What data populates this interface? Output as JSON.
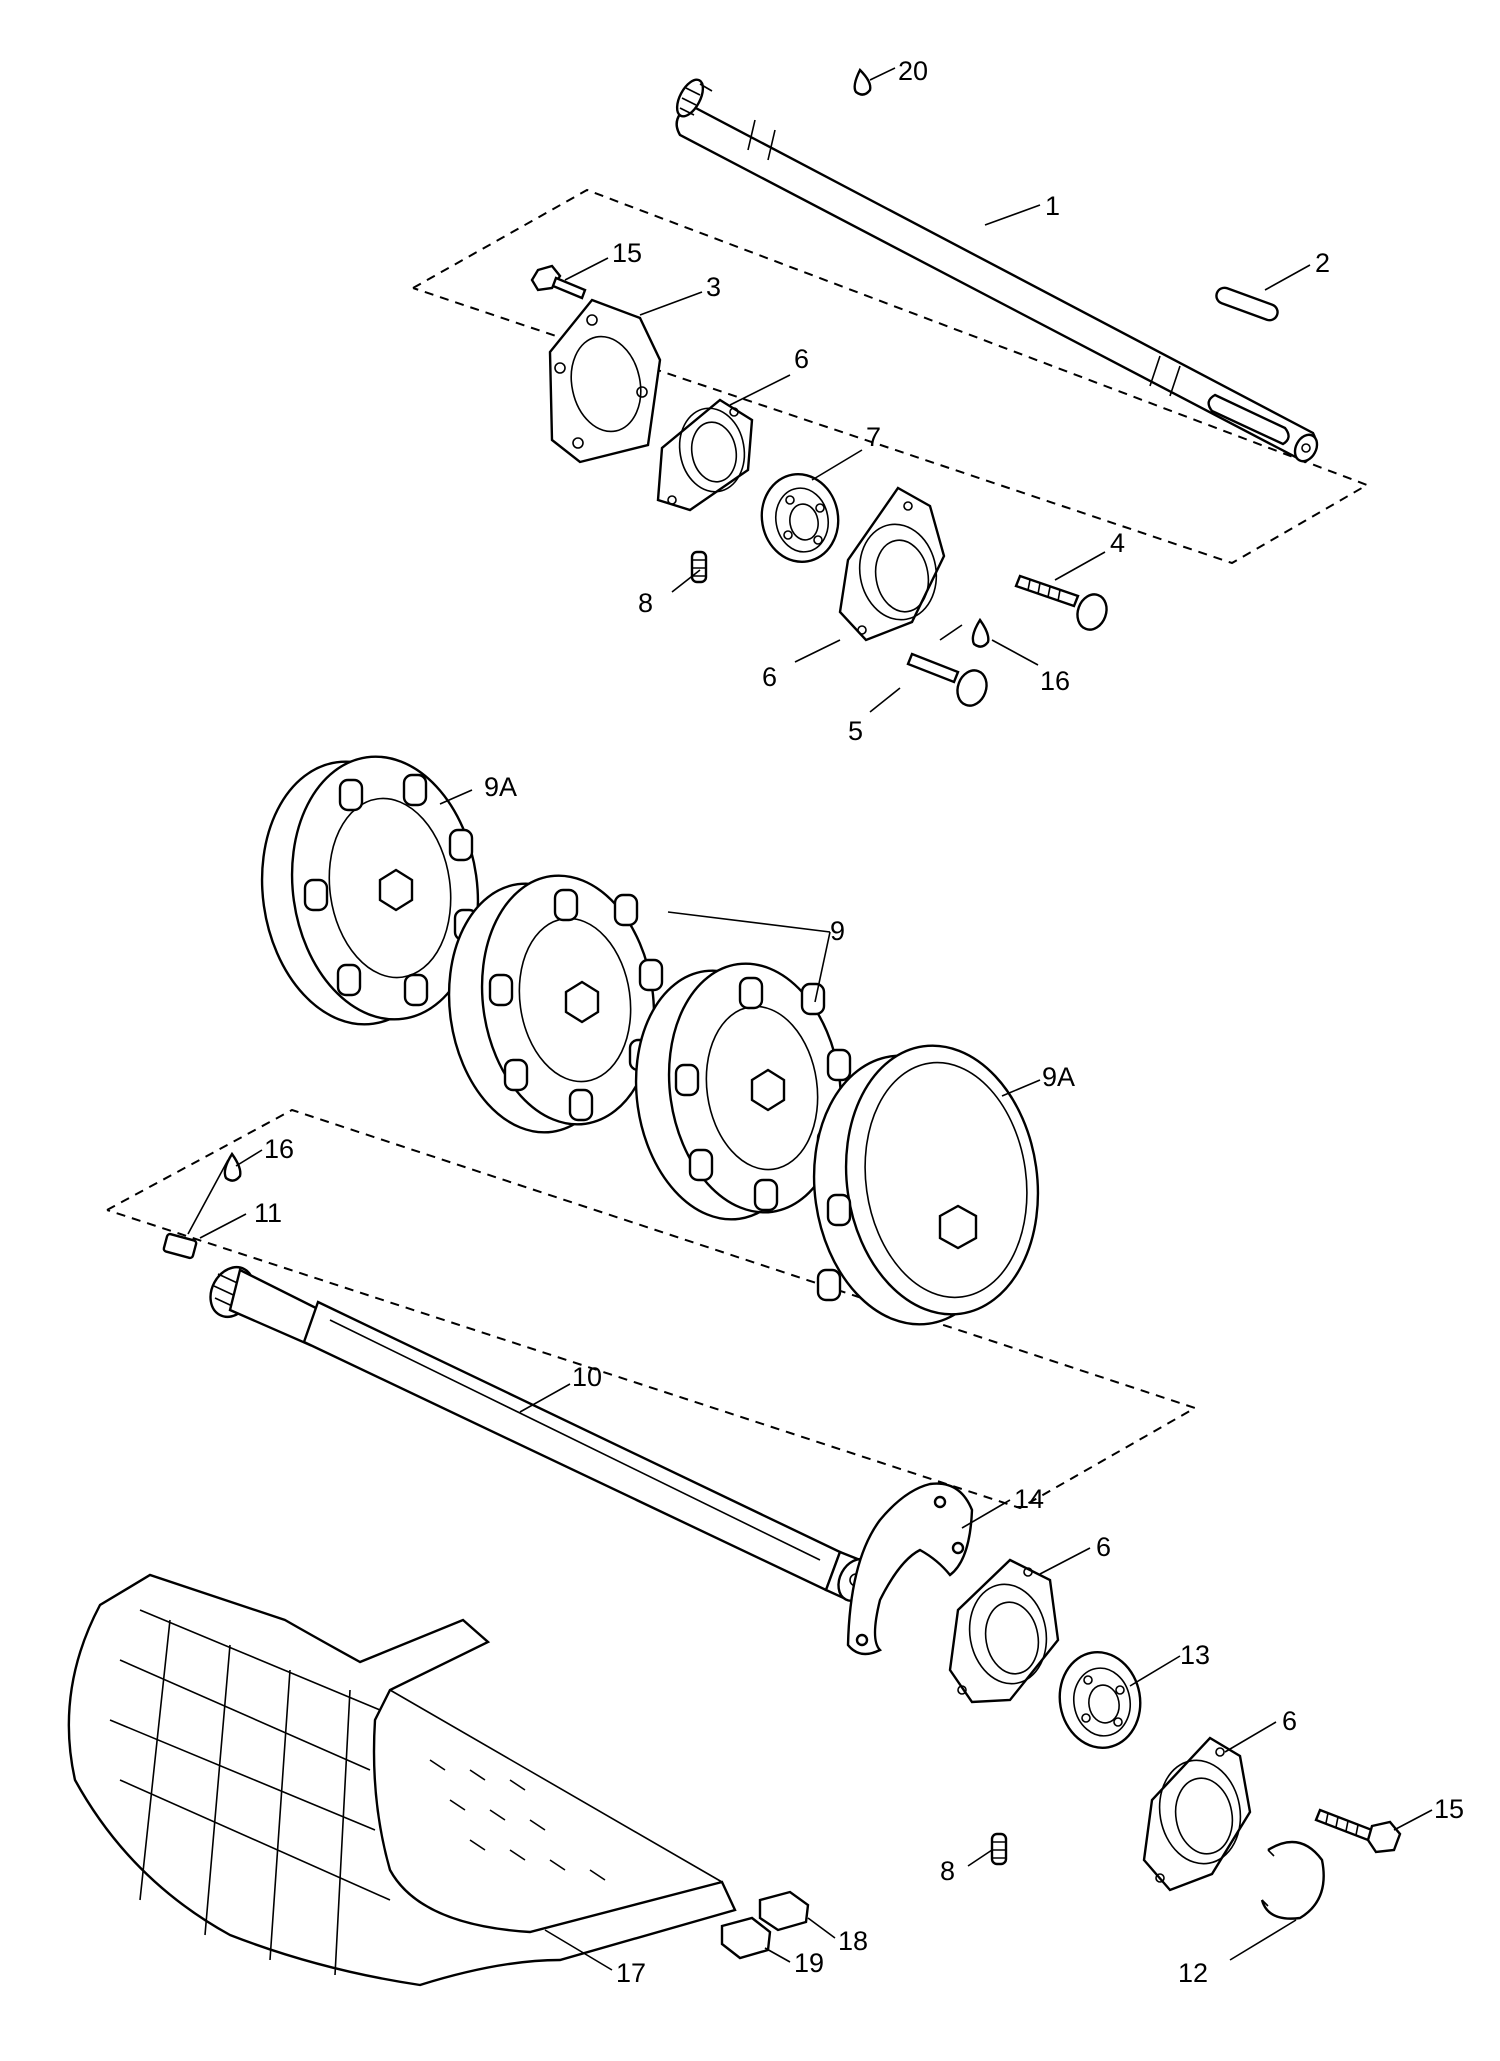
{
  "callouts": {
    "c20": "20",
    "c1": "1",
    "c2": "2",
    "c15a": "15",
    "c3": "3",
    "c6a": "6",
    "c7": "7",
    "c4": "4",
    "c8a": "8",
    "c6b": "6",
    "c16a": "16",
    "c5": "5",
    "c9a_top": "9A",
    "c9": "9",
    "c9a_right": "9A",
    "c16b": "16",
    "c11": "11",
    "c10": "10",
    "c14": "14",
    "c6c": "6",
    "c13": "13",
    "c6d": "6",
    "c15b": "15",
    "c8b": "8",
    "c18": "18",
    "c19": "19",
    "c17": "17",
    "c12": "12"
  }
}
